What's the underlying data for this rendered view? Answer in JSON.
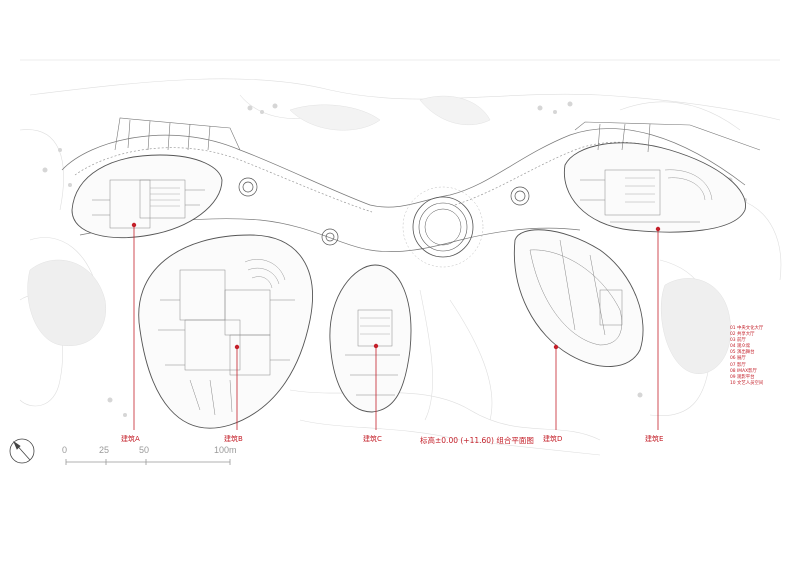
{
  "plan": {
    "title": "标高±0.00 (+11.60) 组合平面图",
    "buildings": [
      {
        "id": "A",
        "label": "建筑A"
      },
      {
        "id": "B",
        "label": "建筑B"
      },
      {
        "id": "C",
        "label": "建筑C"
      },
      {
        "id": "D",
        "label": "建筑D"
      },
      {
        "id": "E",
        "label": "建筑E"
      }
    ],
    "scale": {
      "ticks": [
        "0",
        "25",
        "50",
        "100m"
      ]
    },
    "legend": [
      "01  中央文化大厅",
      "02  共享大厅",
      "03  前厅",
      "04  观众席",
      "05  演出舞台",
      "06  展厅",
      "07  影厅",
      "08  IMAX影厅",
      "09  观影平台",
      "10  文艺人员空间"
    ],
    "colors": {
      "annotation": "#c4202a",
      "linework": "#6a6a6a",
      "context": "#d4d4d4"
    }
  }
}
